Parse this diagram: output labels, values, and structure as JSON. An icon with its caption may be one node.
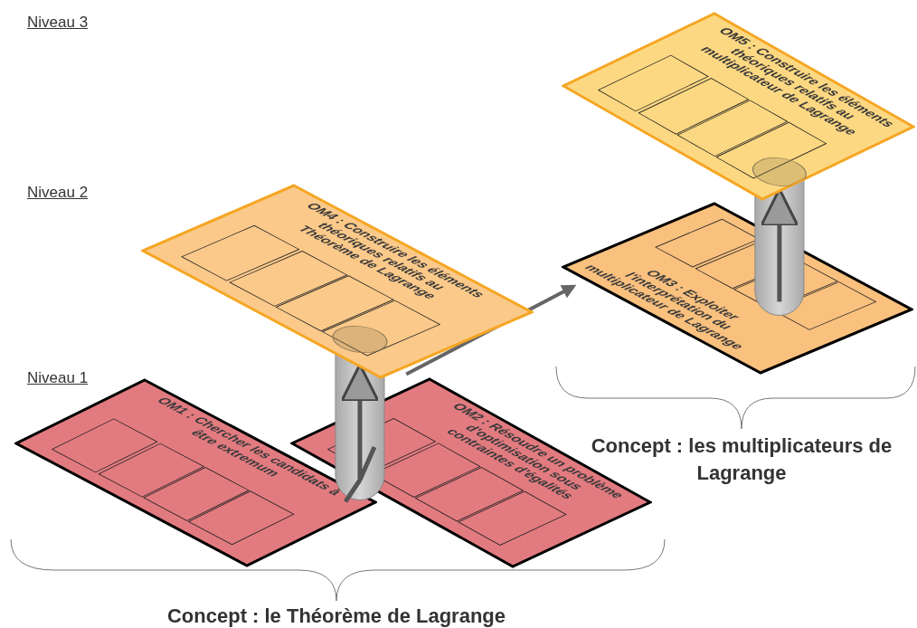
{
  "diagram": {
    "nodes": [
      {
        "text": [
          "OM1 : Chercher les candidats à être extremum"
        ]
      },
      {
        "text": [
          "OM2 : Résoudre un problème d'optimisation sous contraintes d'égalités"
        ]
      },
      {
        "text": [
          "OM3 : Exploiter l'interprétation du multiplicateur de Lagrange"
        ]
      },
      {
        "text": [
          "OM4 : Construire les éléments théoriques relatifs au Théorème de Lagrange"
        ]
      },
      {
        "text": [
          "OM5 : Construire les éléments théoriques relatifs au multiplicateur de Lagrange"
        ]
      }
    ],
    "edges": [
      {
        "from": 0,
        "to": 3,
        "arrow": "to"
      },
      {
        "from": 1,
        "to": 3,
        "arrow": "to"
      },
      {
        "from": 3,
        "to": 2,
        "arrow": "to"
      },
      {
        "from": 2,
        "to": 4,
        "arrow": "to"
      }
    ],
    "labels": [
      "Niveau 3",
      "Niveau 2",
      "Niveau 1",
      "Concept : les multiplicateurs de Lagrange",
      "Concept : le Théorème de Lagrange"
    ]
  }
}
